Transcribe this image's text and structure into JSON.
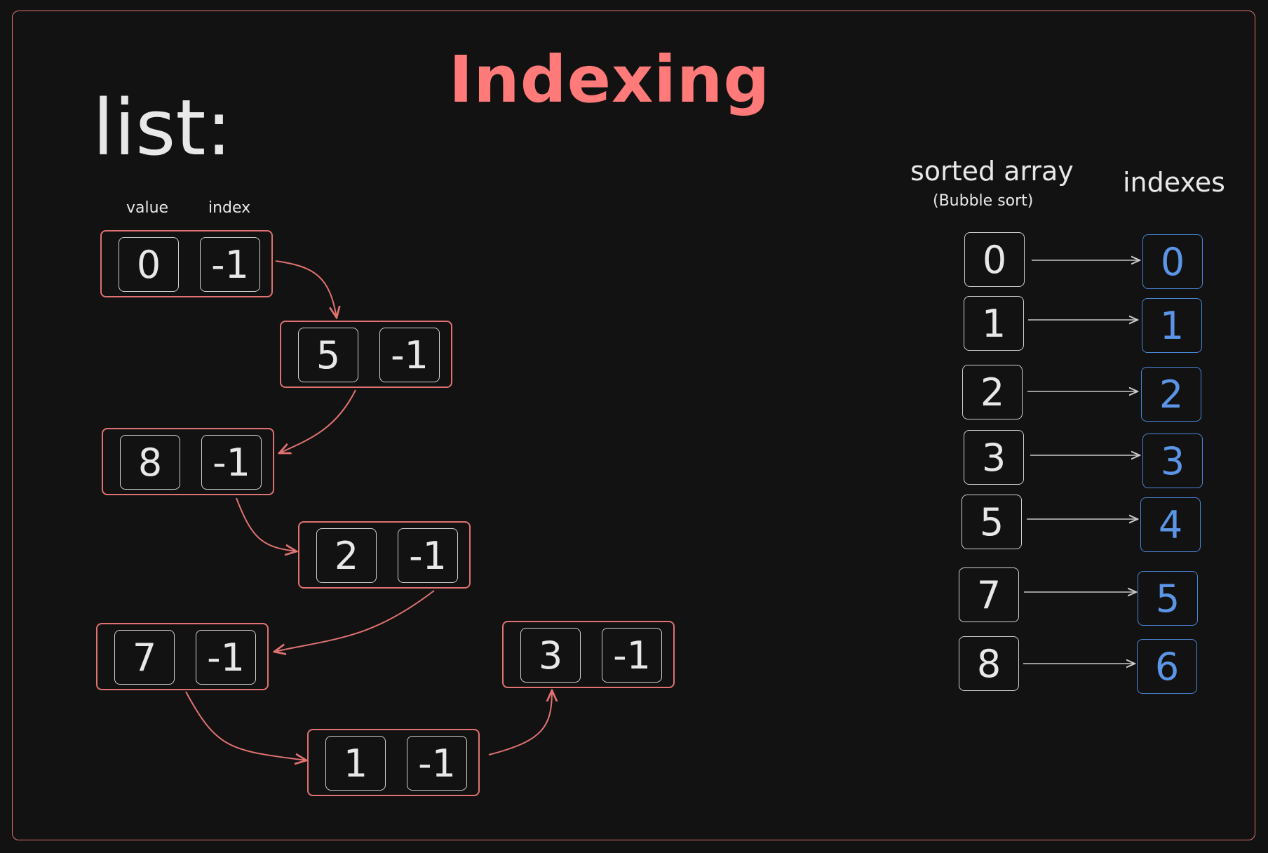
{
  "title": "Indexing",
  "list_label": "list:",
  "columns": {
    "value": "value",
    "index": "index"
  },
  "list_nodes": [
    {
      "value": "0",
      "index": "-1"
    },
    {
      "value": "5",
      "index": "-1"
    },
    {
      "value": "8",
      "index": "-1"
    },
    {
      "value": "2",
      "index": "-1"
    },
    {
      "value": "7",
      "index": "-1"
    },
    {
      "value": "1",
      "index": "-1"
    },
    {
      "value": "3",
      "index": "-1"
    }
  ],
  "sorted_heading": "sorted array",
  "sorted_subheading": "(Bubble sort)",
  "indexes_heading": "indexes",
  "sorted_array": [
    "0",
    "1",
    "2",
    "3",
    "5",
    "7",
    "8"
  ],
  "indexes": [
    "0",
    "1",
    "2",
    "3",
    "4",
    "5",
    "6"
  ],
  "colors": {
    "background": "#121212",
    "accent_red": "#ff7a78",
    "node_border": "#e07272",
    "cell_border": "#d0d0d0",
    "index_blue": "#5b95e6",
    "text": "#e8e8e8"
  }
}
